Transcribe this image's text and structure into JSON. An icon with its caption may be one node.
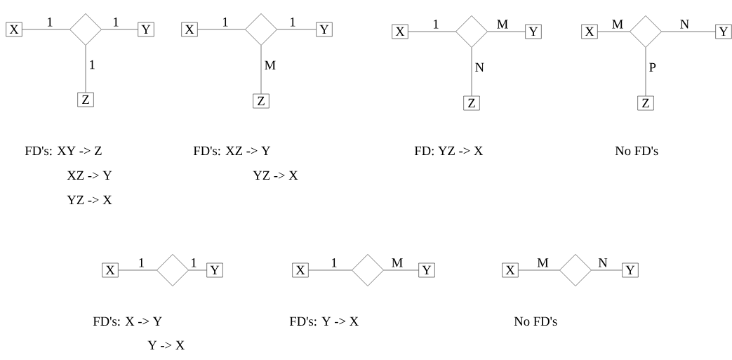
{
  "diagram": {
    "nodes": [
      {
        "text": [
          "X"
        ]
      },
      {
        "text": [],
        "shape": "diamond"
      },
      {
        "text": [
          "Y"
        ]
      },
      {
        "text": [
          "Z"
        ]
      },
      {
        "text": [
          "X"
        ]
      },
      {
        "text": [],
        "shape": "diamond"
      },
      {
        "text": [
          "Y"
        ]
      },
      {
        "text": [
          "Z"
        ]
      },
      {
        "text": [
          "X"
        ]
      },
      {
        "text": [],
        "shape": "diamond"
      },
      {
        "text": [
          "Y"
        ]
      },
      {
        "text": [
          "Z"
        ]
      },
      {
        "text": [
          "X"
        ]
      },
      {
        "text": [],
        "shape": "diamond"
      },
      {
        "text": [
          "Y"
        ]
      },
      {
        "text": [
          "Z"
        ]
      },
      {
        "text": [
          "X"
        ]
      },
      {
        "text": [],
        "shape": "diamond"
      },
      {
        "text": [
          "Y"
        ]
      },
      {
        "text": [
          "X"
        ]
      },
      {
        "text": [],
        "shape": "diamond"
      },
      {
        "text": [
          "Y"
        ]
      },
      {
        "text": [
          "X"
        ]
      },
      {
        "text": [],
        "shape": "diamond"
      },
      {
        "text": [
          "Y"
        ]
      }
    ],
    "edges": [
      {
        "from": 0,
        "to": 1,
        "arrow": "none",
        "label": "1"
      },
      {
        "from": 1,
        "to": 2,
        "arrow": "none",
        "label": "1"
      },
      {
        "from": 1,
        "to": 3,
        "arrow": "none",
        "label": "1"
      },
      {
        "from": 4,
        "to": 5,
        "arrow": "none",
        "label": "1"
      },
      {
        "from": 5,
        "to": 6,
        "arrow": "none",
        "label": "1"
      },
      {
        "from": 5,
        "to": 7,
        "arrow": "none",
        "label": "M"
      },
      {
        "from": 8,
        "to": 9,
        "arrow": "none",
        "label": "1"
      },
      {
        "from": 9,
        "to": 10,
        "arrow": "none",
        "label": "M"
      },
      {
        "from": 9,
        "to": 11,
        "arrow": "none",
        "label": "N"
      },
      {
        "from": 12,
        "to": 13,
        "arrow": "none",
        "label": "M"
      },
      {
        "from": 13,
        "to": 14,
        "arrow": "none",
        "label": "N"
      },
      {
        "from": 13,
        "to": 15,
        "arrow": "none",
        "label": "P"
      },
      {
        "from": 16,
        "to": 17,
        "arrow": "none",
        "label": "1"
      },
      {
        "from": 17,
        "to": 18,
        "arrow": "none",
        "label": "1"
      },
      {
        "from": 19,
        "to": 20,
        "arrow": "none",
        "label": "1"
      },
      {
        "from": 20,
        "to": 21,
        "arrow": "none",
        "label": "M"
      },
      {
        "from": 22,
        "to": 23,
        "arrow": "none",
        "label": "M"
      },
      {
        "from": 23,
        "to": 24,
        "arrow": "none",
        "label": "N"
      }
    ],
    "labels": [
      "FD's: XY -> Z",
      "FD's: XZ -> Y",
      "FD: YZ -> X",
      "No FD's",
      "XZ -> Y",
      "YZ -> X",
      "YZ -> X",
      "FD's: X -> Y",
      "FD's: Y -> X",
      "No FD's",
      "Y -> X"
    ]
  }
}
